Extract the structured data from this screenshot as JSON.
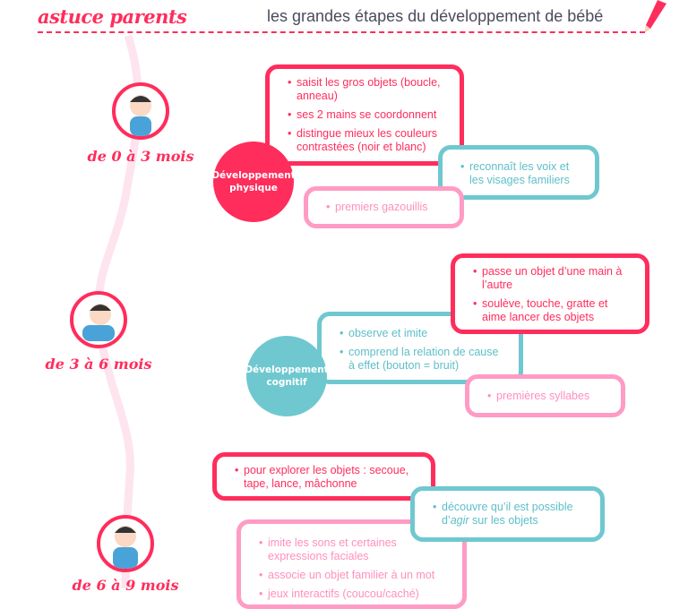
{
  "header": {
    "brand": "astuce parents",
    "title": "les grandes étapes du développement de bébé"
  },
  "colors": {
    "red": "#ff2d5c",
    "teal": "#6fc8cf",
    "pink": "#ff9bc4"
  },
  "stages": [
    {
      "age": "de 0 à 3 mois",
      "category": "Développement physique",
      "physical": [
        "saisit les gros objets (boucle, anneau)",
        "ses 2 mains se coordonnent",
        "distingue mieux les couleurs contrastées (noir et blanc)"
      ],
      "cognitive": [
        "reconnaît les voix et les visages familiers"
      ],
      "language": [
        "premiers gazouillis"
      ]
    },
    {
      "age": "de 3 à 6 mois",
      "category": "Développement cognitif",
      "physical": [
        "passe un objet d’une main à l’autre",
        "soulève, touche, gratte et aime lancer des objets"
      ],
      "cognitive": [
        "observe et imite",
        "comprend la relation de cause à effet (bouton = bruit)"
      ],
      "language": [
        "premières syllabes"
      ]
    },
    {
      "age": "de 6 à 9 mois",
      "physical": [
        "pour explorer les objets : secoue, tape, lance, mâchonne"
      ],
      "cognitive_pre": "découvre qu’il est possible d’",
      "cognitive_em": "agir",
      "cognitive_post": " sur les objets",
      "language": [
        "imite les sons et certaines expressions faciales",
        "associe un objet familier à un mot",
        "jeux interactifs (coucou/caché)"
      ]
    }
  ]
}
